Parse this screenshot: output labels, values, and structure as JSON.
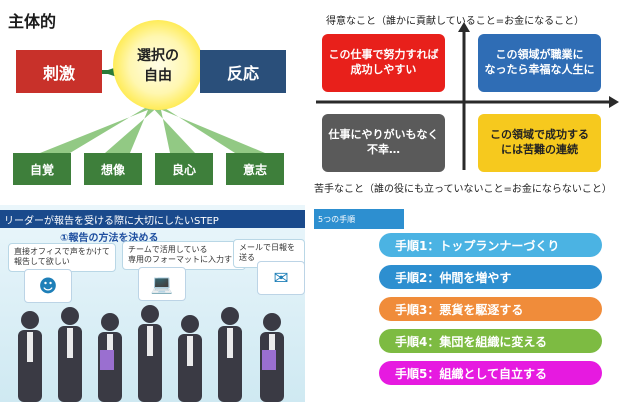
{
  "panel1": {
    "title": "主体的",
    "center_line1": "選択の",
    "center_line2": "自由",
    "stimulus": "刺激",
    "response": "反応",
    "bottom_items": [
      "自覚",
      "想像",
      "良心",
      "意志"
    ],
    "colors": {
      "stimulus": "#c8312a",
      "response": "#2a4f7a",
      "bottom": "#3e7f3b",
      "glow": "#ffec5a"
    }
  },
  "panel2": {
    "top_caption": "得意なこと（誰かに貢献していること=お金になること）",
    "bottom_caption": "苦手なこと（誰の役にも立っていないこと=お金にならないこと）",
    "quadrants": {
      "top_left": "この仕事で努力すれば\n成功しやすい",
      "top_right": "この領域が職業に\nなったら幸福な人生に",
      "bottom_left": "仕事にやりがいもなく\n不幸…",
      "bottom_right": "この領域で成功する\nには苦難の連続"
    },
    "colors": {
      "top_left": "#e8201b",
      "top_right": "#2f6db5",
      "bottom_left": "#5a5a5a",
      "bottom_right": "#f6c91e"
    }
  },
  "panel3": {
    "banner": "リーダーが報告を受ける際に大切にしたいSTEP",
    "subtitle": "①報告の方法を決める",
    "bubbles": [
      "直接オフィスで声をかけて\n報告して欲しい",
      "チームで活用している\n専用のフォーマットに入力する",
      "メールで日報を送る"
    ],
    "icons": [
      "person-icon",
      "laptop-icon",
      "mail-icon"
    ]
  },
  "panel4": {
    "header": "5つの手順",
    "steps": [
      {
        "label": "手順1：トップランナーづくり",
        "color": "#4bb3e3"
      },
      {
        "label": "手順2：仲間を増やす",
        "color": "#2d8fd0"
      },
      {
        "label": "手順3：悪貨を駆逐する",
        "color": "#f08c3a"
      },
      {
        "label": "手順4：集団を組織に変える",
        "color": "#7dbb42"
      },
      {
        "label": "手順5：組織として自立する",
        "color": "#e61ae0"
      }
    ]
  }
}
